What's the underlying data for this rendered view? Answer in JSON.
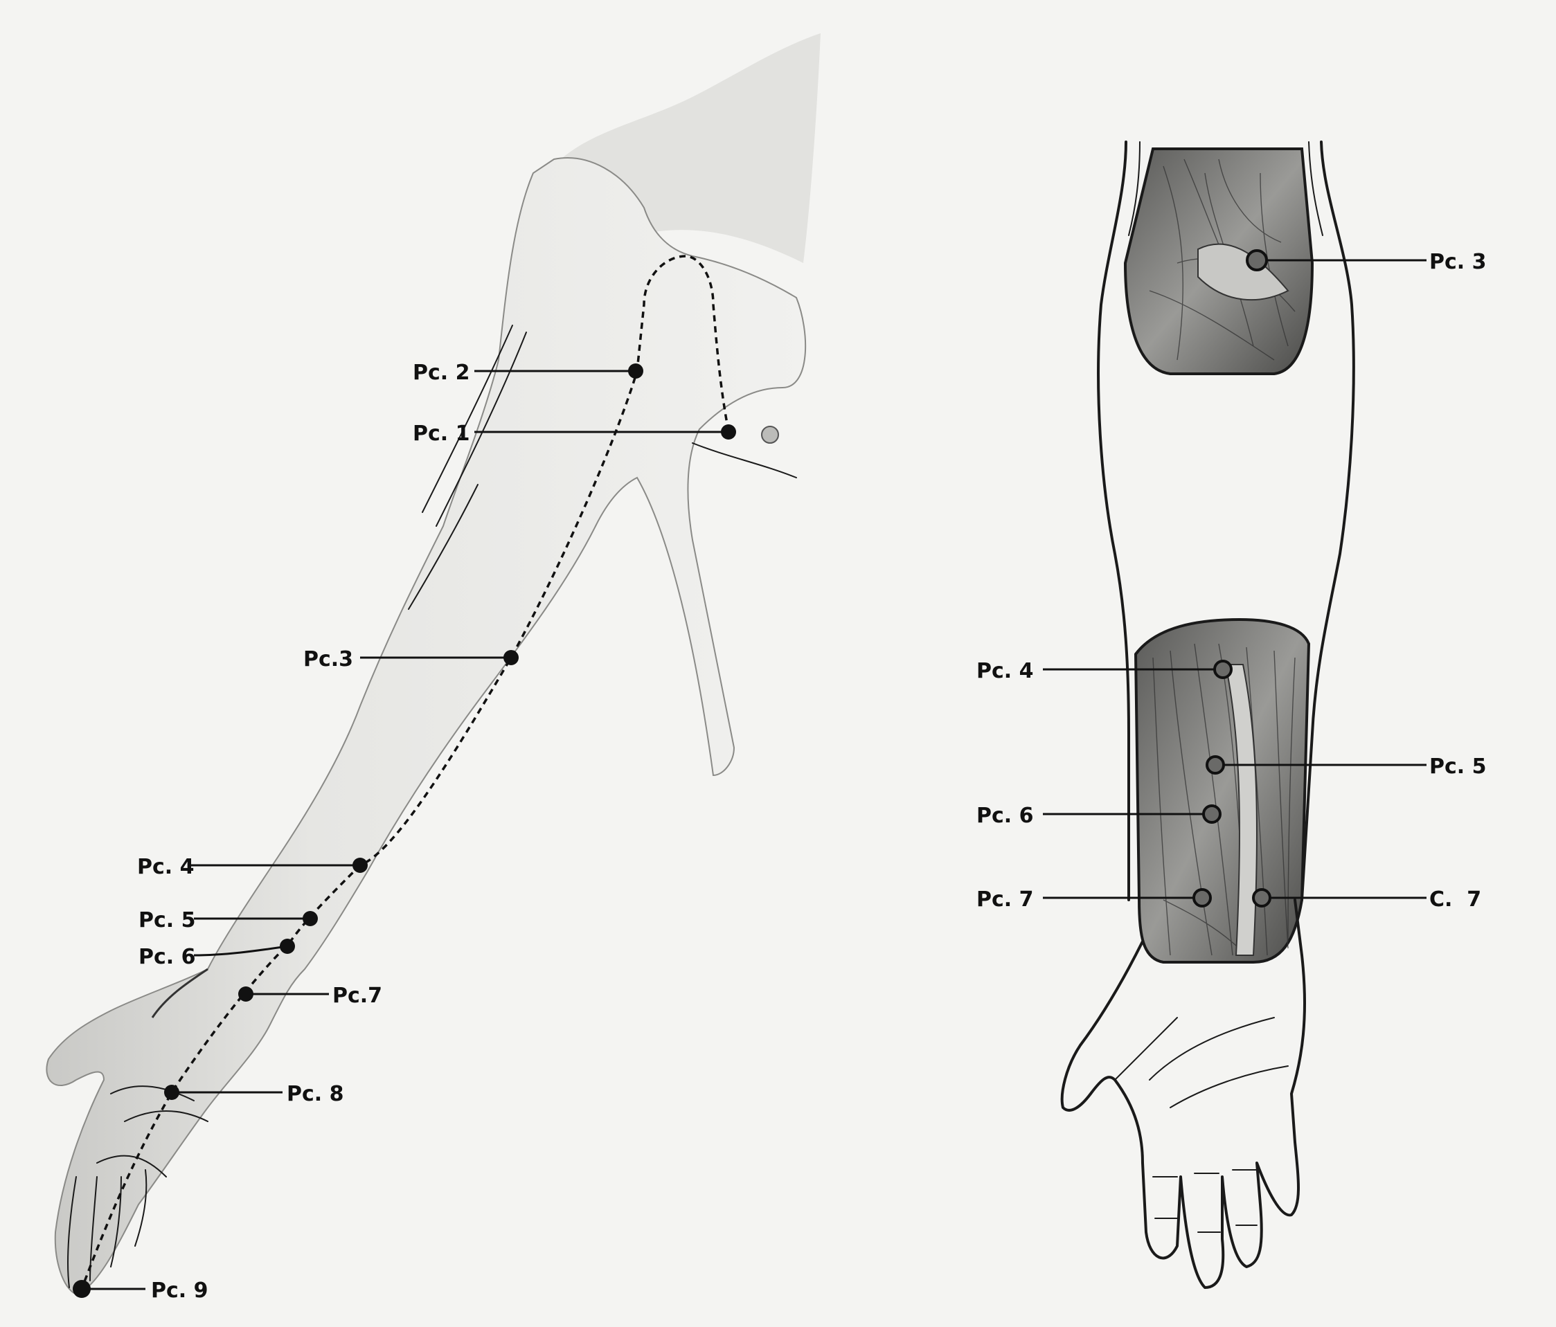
{
  "left_figure": {
    "points": [
      {
        "id": "pc2",
        "label": "Pc. 2"
      },
      {
        "id": "pc1",
        "label": "Pc. 1"
      },
      {
        "id": "pc3",
        "label": "Pc.3"
      },
      {
        "id": "pc4",
        "label": "Pc. 4"
      },
      {
        "id": "pc5",
        "label": "Pc. 5"
      },
      {
        "id": "pc6",
        "label": "Pc. 6"
      },
      {
        "id": "pc7",
        "label": "Pc.7"
      },
      {
        "id": "pc8",
        "label": "Pc. 8"
      },
      {
        "id": "pc9",
        "label": "Pc. 9"
      }
    ]
  },
  "right_figure": {
    "points": [
      {
        "id": "pc3",
        "label": "Pc. 3"
      },
      {
        "id": "pc4",
        "label": "Pc. 4"
      },
      {
        "id": "pc5",
        "label": "Pc. 5"
      },
      {
        "id": "pc6",
        "label": "Pc. 6"
      },
      {
        "id": "pc7",
        "label": "Pc. 7"
      },
      {
        "id": "c7",
        "label": "C.  7"
      }
    ]
  }
}
